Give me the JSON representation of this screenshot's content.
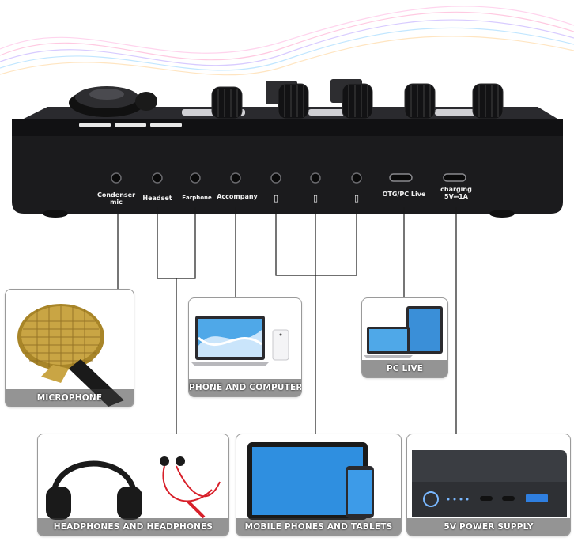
{
  "ports": [
    {
      "name": "condenser-mic-port",
      "label": "Condenser\nmic"
    },
    {
      "name": "headset-port",
      "label": "Headset"
    },
    {
      "name": "earphone-port",
      "label": "Earphone"
    },
    {
      "name": "accompany-port",
      "label": "Accompany"
    },
    {
      "name": "phone-port-1",
      "label": "▯"
    },
    {
      "name": "phone-port-2",
      "label": "▯"
    },
    {
      "name": "phone-port-3",
      "label": "▯"
    },
    {
      "name": "otg-pc-live-port",
      "label": "OTG/PC Live"
    },
    {
      "name": "charging-port",
      "label": "charging\n5V⎓1A"
    }
  ],
  "cards": {
    "microphone": "MICROPHONE",
    "phone_computer": "PHONE AND COMPUTER",
    "pc_live": "PC LIVE",
    "headphones": "HEADPHONES AND HEADPHONES",
    "mobile": "MOBILE PHONES AND TABLETS",
    "power": "5V POWER SUPPLY"
  },
  "colors": {
    "device_body": "#1b1b1d",
    "mic_gold": "#c9a544",
    "screen_blue": "#2f8fe0",
    "cable_red": "#d8202a",
    "powerbank": "#3a3d42"
  }
}
